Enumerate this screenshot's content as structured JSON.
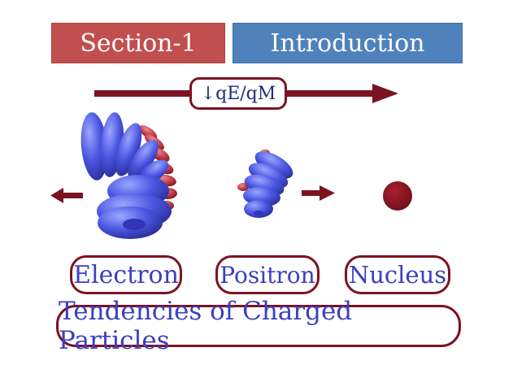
{
  "banners": {
    "section": "Section-1",
    "title": "Introduction"
  },
  "field": {
    "label": "↓qE/qM"
  },
  "particles": {
    "electron": "Electron",
    "positron": "Positron",
    "nucleus": "Nucleus"
  },
  "footer": {
    "caption": "Tendencies of Charged Particles"
  },
  "colors": {
    "section_banner": "#c24f4f",
    "title_banner": "#4f81bd",
    "arrow": "#7b1323",
    "particle_blue": "#4a55e0",
    "particle_red": "#c23a45",
    "label_text": "#3b3fc0"
  }
}
